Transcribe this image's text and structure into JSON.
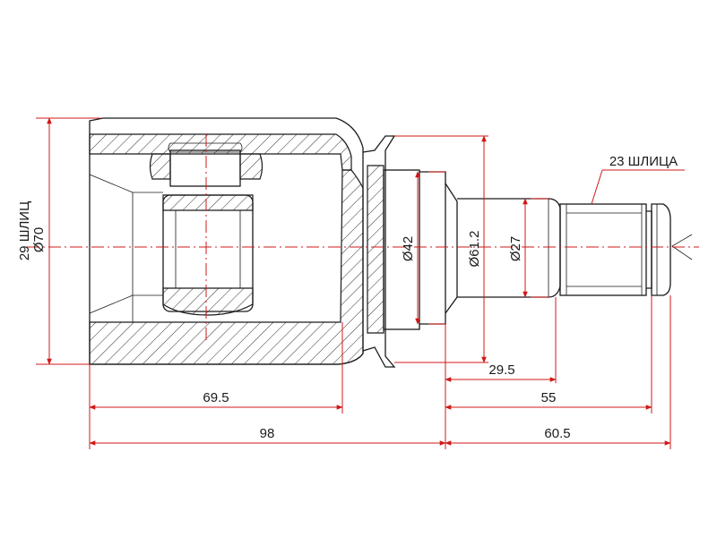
{
  "colors": {
    "outline": "#1a1a1a",
    "dimension": "#d01818",
    "background": "#ffffff"
  },
  "labels": {
    "left_splines": "29 ШЛИЦ",
    "left_diameter": "Ø70",
    "right_splines": "23 ШЛИЦА",
    "d42": "Ø42",
    "d61": "Ø61.2",
    "d27": "Ø27",
    "l69": "69.5",
    "l98": "98",
    "l295": "29.5",
    "l55": "55",
    "l605": "60.5"
  }
}
